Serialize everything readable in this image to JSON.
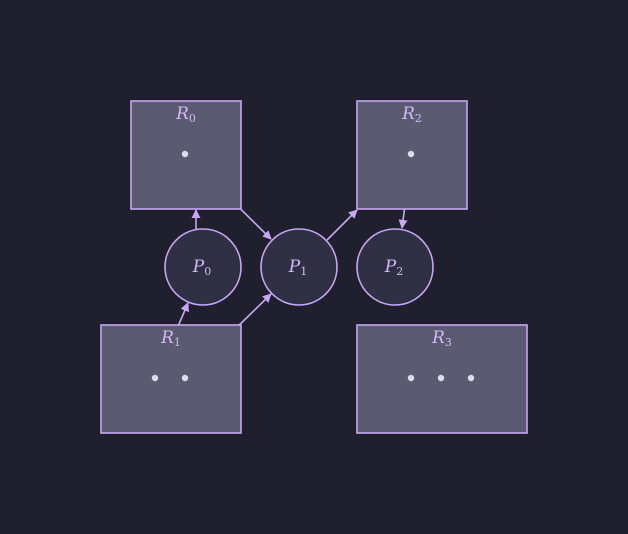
{
  "colors": {
    "background": "#1f1f2e",
    "resource_fill": "#5a5b70",
    "process_fill": "#303044",
    "stroke": "#c9a7f5",
    "label": "#d6b8f8",
    "dot": "#dcdcf2"
  },
  "resources": [
    {
      "id": "R0",
      "base": "R",
      "sub": "0",
      "instances": 1
    },
    {
      "id": "R1",
      "base": "R",
      "sub": "1",
      "instances": 2
    },
    {
      "id": "R2",
      "base": "R",
      "sub": "2",
      "instances": 1
    },
    {
      "id": "R3",
      "base": "R",
      "sub": "3",
      "instances": 3
    }
  ],
  "processes": [
    {
      "id": "P0",
      "base": "P",
      "sub": "0"
    },
    {
      "id": "P1",
      "base": "P",
      "sub": "1"
    },
    {
      "id": "P2",
      "base": "P",
      "sub": "2"
    }
  ],
  "edges": [
    {
      "from": "P0",
      "to": "R0",
      "kind": "request"
    },
    {
      "from": "R0",
      "to": "P1",
      "kind": "assignment"
    },
    {
      "from": "R1",
      "to": "P0",
      "kind": "assignment"
    },
    {
      "from": "R1",
      "to": "P1",
      "kind": "assignment"
    },
    {
      "from": "P1",
      "to": "R2",
      "kind": "request"
    },
    {
      "from": "R2",
      "to": "P2",
      "kind": "assignment"
    }
  ]
}
